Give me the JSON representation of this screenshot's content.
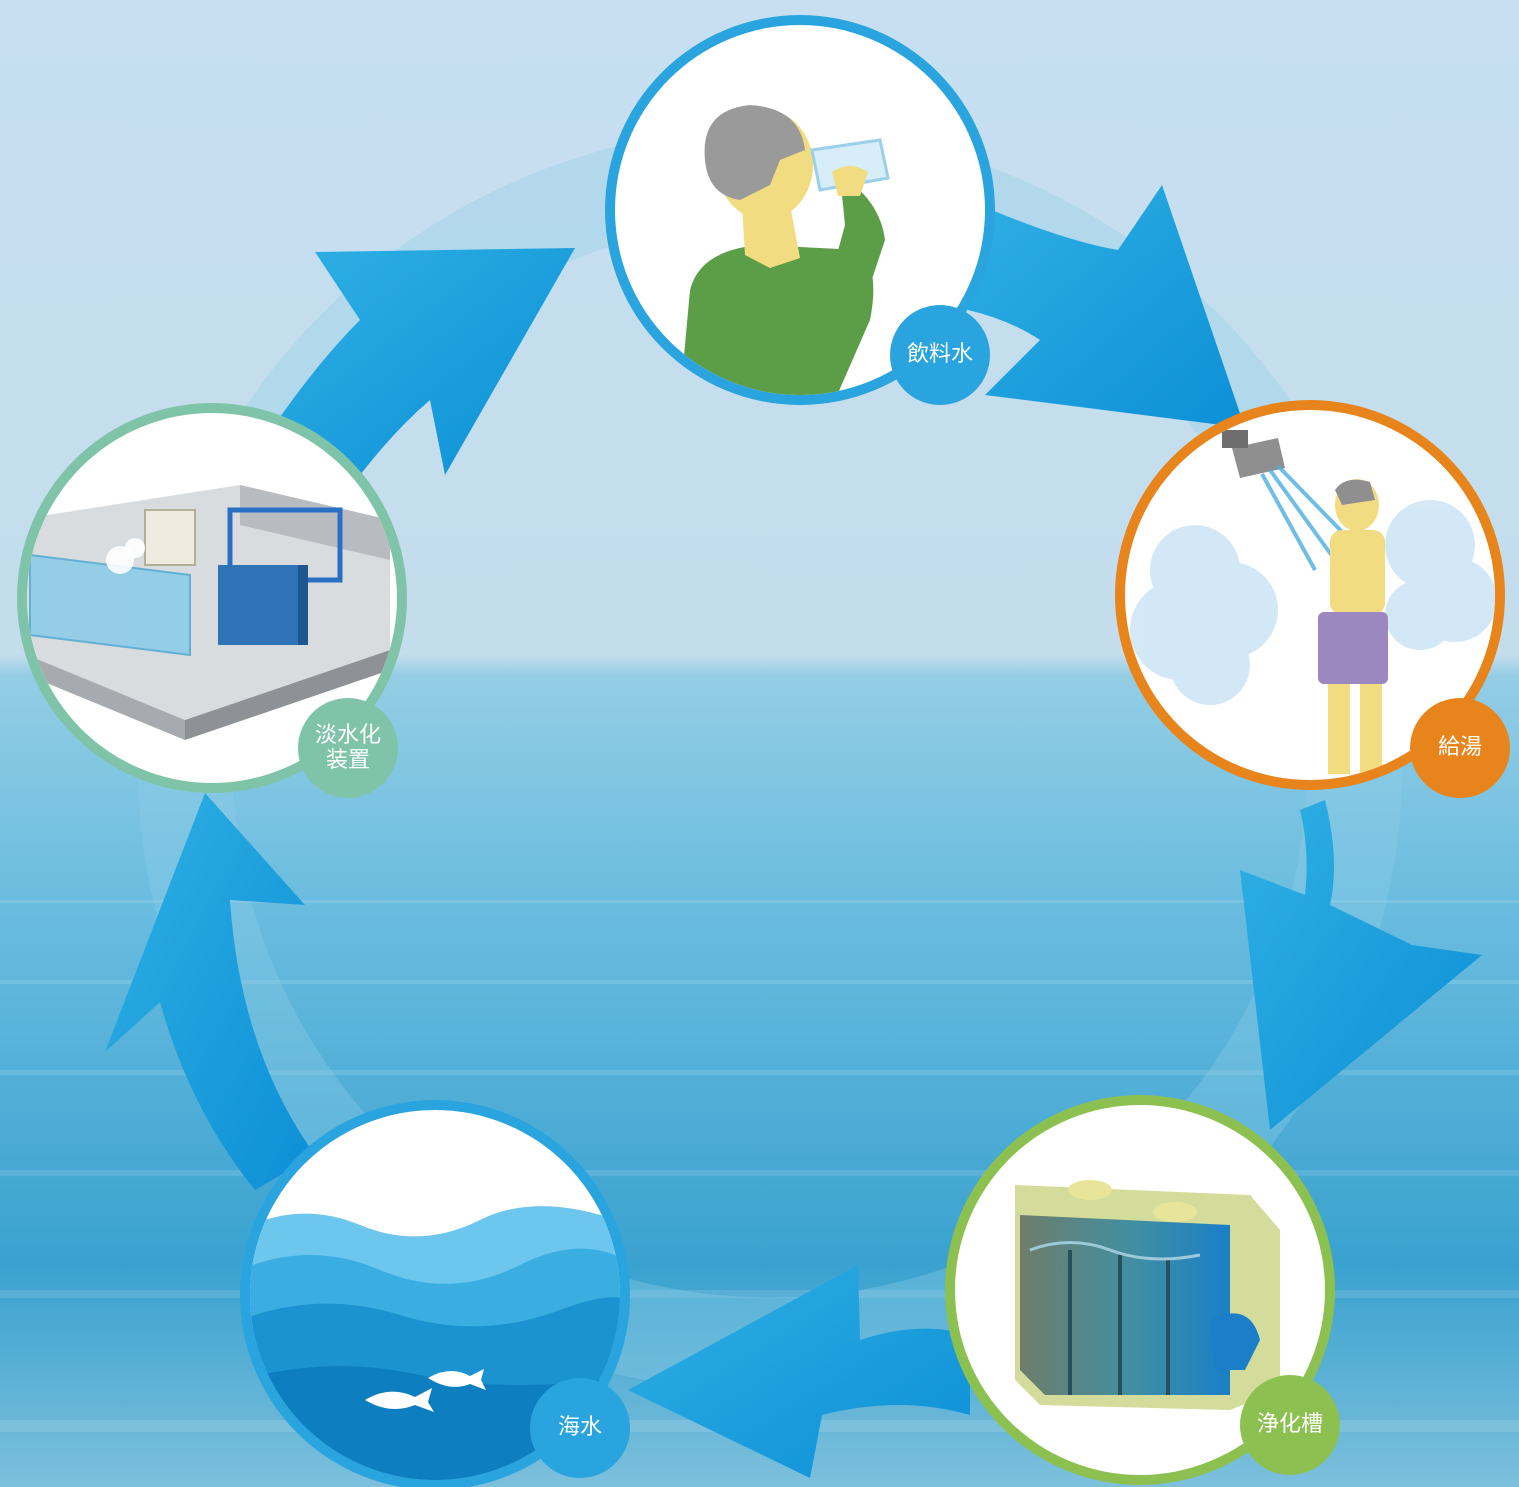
{
  "diagram": {
    "type": "cycle",
    "flow_direction": "clockwise",
    "stages": [
      {
        "id": "drinking_water",
        "label": "飲料水",
        "icon": "person-drinking-icon",
        "color": "#2aa4de"
      },
      {
        "id": "hot_water",
        "label": "給湯",
        "icon": "person-shower-icon",
        "color": "#e8841c"
      },
      {
        "id": "septic_tank",
        "label": "浄化槽",
        "icon": "septic-tank-icon",
        "color": "#8cc152"
      },
      {
        "id": "seawater",
        "label": "海水",
        "icon": "sea-waves-fish-icon",
        "color": "#2aa4de"
      },
      {
        "id": "desalination",
        "label_line1": "淡水化",
        "label_line2": "装置",
        "icon": "desalination-plant-icon",
        "color": "#7fc4a8"
      }
    ]
  },
  "colors": {
    "sky_top": "#c8def0",
    "sea": "#4aaed6",
    "arrow": "#1f9fdc",
    "ring_light": "#8fcde8"
  }
}
